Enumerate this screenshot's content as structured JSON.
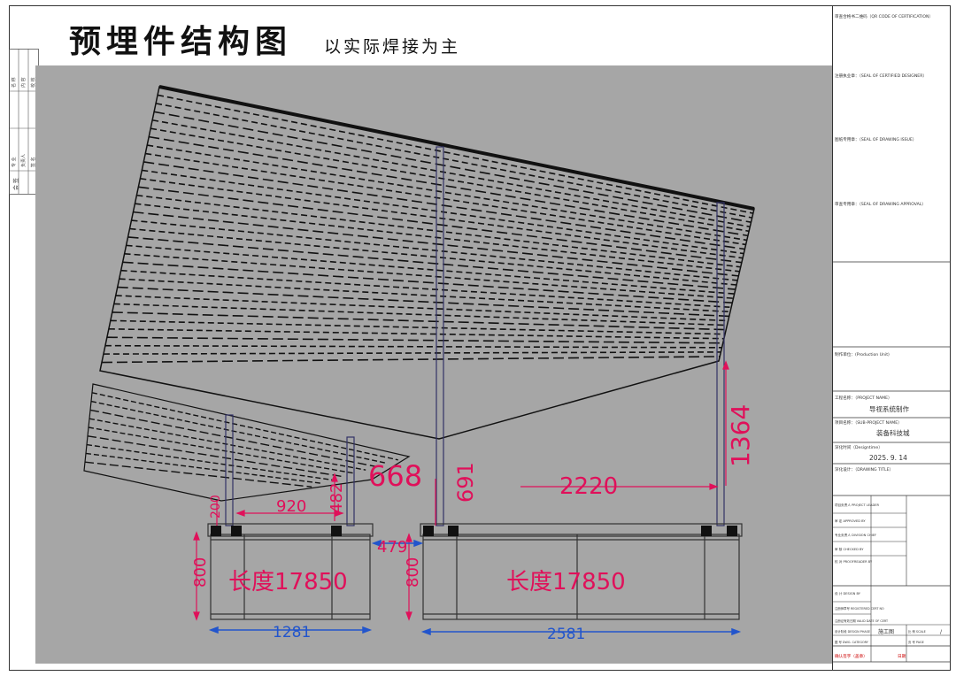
{
  "title": "预埋件结构图",
  "subtitle": "以实际焊接为主",
  "left_strip": {
    "top_rows": [
      "名  称",
      "内  容",
      "校  核"
    ],
    "mid_rows": [
      "专  业",
      "负责人",
      "签  名"
    ],
    "bottom": "会  签"
  },
  "drawing": {
    "dims": {
      "d200": "200",
      "d920": "920",
      "d482": "482",
      "d668": "668",
      "d691": "691",
      "d2220": "2220",
      "d1364": "1364",
      "d479": "479",
      "d800a": "800",
      "d800b": "800",
      "d1281": "1281",
      "d2581": "2581"
    },
    "length_label_1": "长度17850",
    "length_label_2": "长度17850"
  },
  "title_block": {
    "qr_label": "审查合格书二维码（QR CODE OF CERTIFICATION）",
    "seal_designer": "注册执业章：（SEAL OF CERTIFIED DESIGNER）",
    "seal_issue": "图纸专用章：（SEAL OF DRAWING ISSUE）",
    "seal_approval": "审查专用章：（SEAL OF DRAWING APPROVAL）",
    "production_unit": "制作单位：(Production Unit)",
    "project_name_label": "工程名称：（PROJECT NAME）",
    "project_name_value": "导视系统制作",
    "sub_project_label": "项目名称：（SUB-PROJECT NAME）",
    "sub_project_value": "装备科技城",
    "date_label": "深化时间（Designtime）",
    "date_value": "2025. 9. 14",
    "drawing_title_label": "深化设计：（DRAWING TITLE）",
    "roles": [
      "项目负责人 PROJECT LEADER",
      "审  定 APPROVED BY",
      "专业负责人 DIVISION CHIEF",
      "审  核 CHECKED BY",
      "校  对 PROOFREADER BY"
    ],
    "design_label": "设  计 DESIGN BY",
    "reg_no_label": "注册师章号 REGISTERED CERT NO",
    "reg_date_label": "注册证有效日期 VALID DATE OF CERT",
    "phase_label": "设计阶段 DESIGN PHASE",
    "phase_value": "施工图",
    "scale_label": "比  例 SCALE",
    "scale_value": "/",
    "drawing_no_label": "图  号 DWG. CATEGORY",
    "page_label": "页  号 PAGE",
    "footer_left": "确认签字（盖章）",
    "footer_right": "日期"
  }
}
